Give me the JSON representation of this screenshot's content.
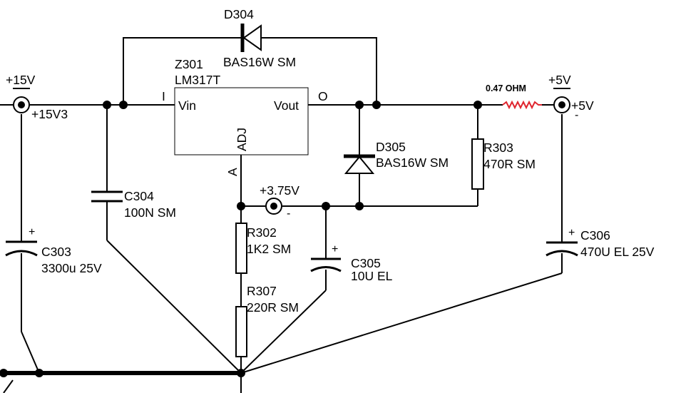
{
  "schematic": {
    "regulator": {
      "ref": "Z301",
      "part": "LM317T",
      "pin_in": "Vin",
      "pin_out": "Vout",
      "pin_adj": "ADJ",
      "label_i": "I",
      "label_o": "O",
      "label_a": "A"
    },
    "d304": {
      "ref": "D304",
      "value": "BAS16W SM"
    },
    "d305": {
      "ref": "D305",
      "value": "BAS16W SM"
    },
    "c303": {
      "ref": "C303",
      "value": "3300u 25V",
      "polarity": "+"
    },
    "c304": {
      "ref": "C304",
      "value": "100N SM"
    },
    "c305": {
      "ref": "C305",
      "value": "10U EL",
      "polarity": "+"
    },
    "c306": {
      "ref": "C306",
      "value": "470U EL 25V",
      "polarity": "+"
    },
    "r302": {
      "ref": "R302",
      "value": "1K2 SM"
    },
    "r303": {
      "ref": "R303",
      "value": "470R SM"
    },
    "r307": {
      "ref": "R307",
      "value": "220R SM"
    },
    "shunt": {
      "value": "0.47 OHM",
      "color": "#e0262f"
    },
    "tp_in": {
      "name": "+15V",
      "net": "+15V3"
    },
    "tp_out": {
      "name": "+5V",
      "net": "+5V",
      "minus": "-"
    },
    "tp_mid": {
      "name": "+3.75V",
      "minus": "-"
    }
  }
}
